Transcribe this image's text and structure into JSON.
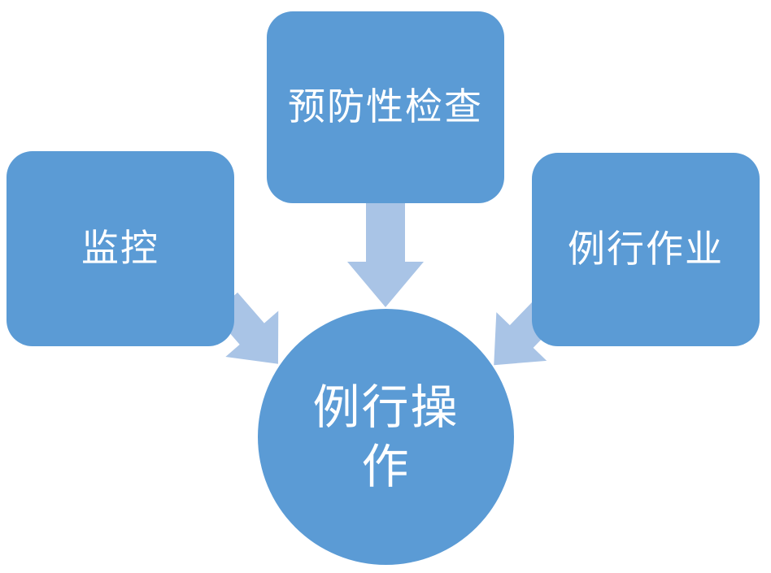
{
  "diagram": {
    "title": "routine-operations-diagram",
    "background_color": "#ffffff",
    "colors": {
      "node_fill": "#5b9bd5",
      "arrow_fill": "#a9c4e6",
      "text": "#ffffff"
    },
    "nodes": {
      "monitoring": {
        "label": "监控",
        "shape": "rounded-rectangle"
      },
      "preventive_inspection": {
        "label": "预防性检查",
        "shape": "rounded-rectangle"
      },
      "routine_work": {
        "label": "例行作业",
        "shape": "rounded-rectangle"
      },
      "center": {
        "label": "例行操作",
        "shape": "circle"
      }
    },
    "arrows": [
      {
        "name": "monitoring-to-center",
        "from": "monitoring",
        "to": "center",
        "direction": "down-right"
      },
      {
        "name": "preventive-inspection-to-center",
        "from": "preventive_inspection",
        "to": "center",
        "direction": "down"
      },
      {
        "name": "routine-work-to-center",
        "from": "routine_work",
        "to": "center",
        "direction": "down-left"
      }
    ]
  }
}
